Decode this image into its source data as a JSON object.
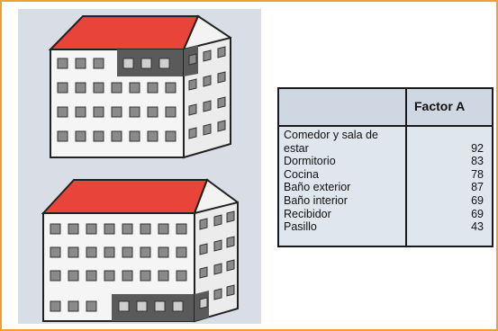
{
  "table": {
    "header": "Factor A",
    "rows": [
      {
        "label": "Comedor y sala de estar",
        "value": "92"
      },
      {
        "label": "Dormitorio",
        "value": "83"
      },
      {
        "label": "Cocina",
        "value": "78"
      },
      {
        "label": "Baño exterior",
        "value": "87"
      },
      {
        "label": "Baño interior",
        "value": "69"
      },
      {
        "label": "Recibidor",
        "value": "69"
      },
      {
        "label": "Pasillo",
        "value": "43"
      }
    ]
  },
  "colors": {
    "roof": "#e8443a",
    "highlight": "#5a5a5a",
    "frame_border": "#f0a030",
    "illustration_bg": "#d9dde6"
  },
  "icons": {
    "top_building": "building-illustration-upper-apartment-highlighted",
    "bottom_building": "building-illustration-lower-apartment-highlighted"
  }
}
